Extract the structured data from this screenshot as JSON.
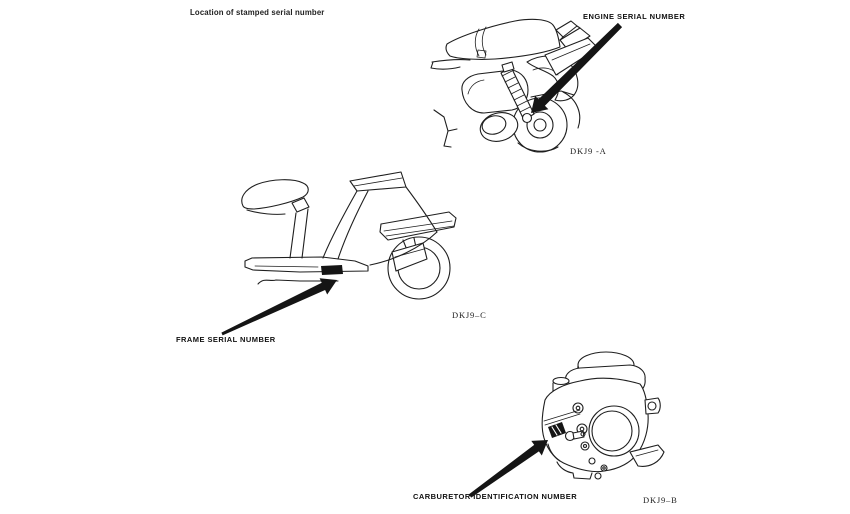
{
  "page": {
    "title": "Location of stamped serial number",
    "background_color": "#ffffff",
    "ink_color": "#1f1f1f",
    "mark_color": "#151515"
  },
  "figures": {
    "engine": {
      "label": "ENGINE SERIAL NUMBER",
      "code": "DKJ9 -A"
    },
    "frame": {
      "label": "FRAME SERIAL NUMBER",
      "code": "DKJ9–C"
    },
    "carburetor": {
      "label": "CARBURETOR IDENTIFICATION NUMBER",
      "code": "DKJ9–B"
    }
  }
}
